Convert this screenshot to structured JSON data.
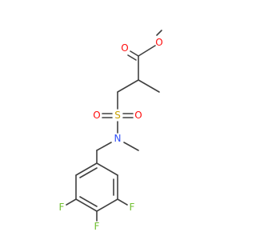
{
  "molecule": {
    "atoms": {
      "ester_o_double": {
        "symbol": "O",
        "color": "#ff0d0d"
      },
      "ester_o_single": {
        "symbol": "O",
        "color": "#ff0d0d"
      },
      "sulfur": {
        "symbol": "S",
        "color": "#c8a000"
      },
      "sulfonyl_o_left": {
        "symbol": "O",
        "color": "#ff0d0d"
      },
      "sulfonyl_o_right": {
        "symbol": "O",
        "color": "#ff0d0d"
      },
      "nitrogen": {
        "symbol": "N",
        "color": "#3050f8"
      },
      "fluorine_left": {
        "symbol": "F",
        "color": "#6fbf2f"
      },
      "fluorine_bottom": {
        "symbol": "F",
        "color": "#6fbf2f"
      },
      "fluorine_right": {
        "symbol": "F",
        "color": "#6fbf2f"
      }
    },
    "bond_color": "#404040"
  }
}
